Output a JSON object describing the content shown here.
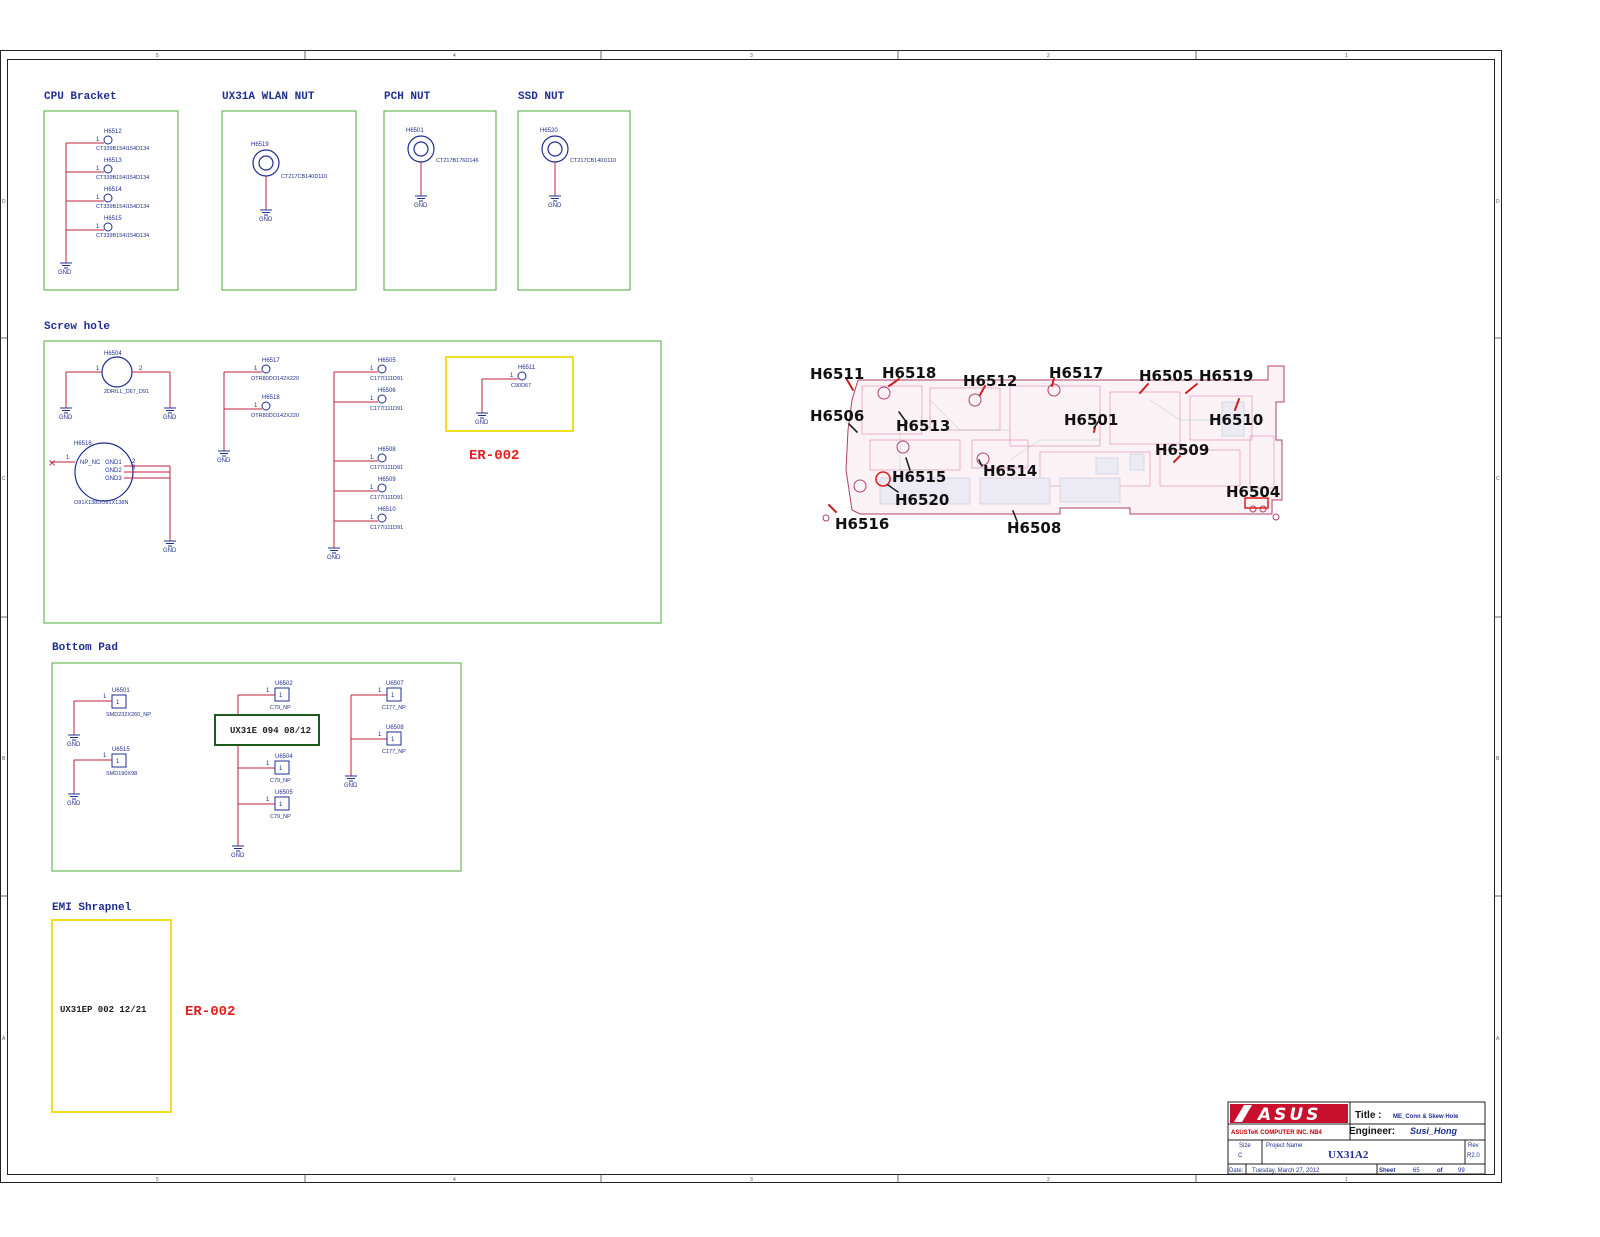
{
  "sections": {
    "cpu_bracket": "CPU Bracket",
    "wlan_nut": "UX31A WLAN NUT",
    "pch_nut": "PCH NUT",
    "ssd_nut": "SSD NUT",
    "screw_hole": "Screw hole",
    "bottom_pad": "Bottom Pad",
    "emi_shrapnel": "EMI Shrapnel"
  },
  "net": {
    "gnd": "GND",
    "pin1": "1",
    "pin2": "2",
    "pin3": "3"
  },
  "cpu_bracket": {
    "refs": [
      "H6512",
      "H6513",
      "H6514",
      "H6515"
    ],
    "part": "CT339B154I154D134"
  },
  "wlan_nut": {
    "ref": "H6519",
    "part": "CT217CB140D110"
  },
  "pch_nut": {
    "ref": "H6501",
    "part": "CT217B176D146"
  },
  "ssd_nut": {
    "ref": "H6520",
    "part": "CT217CB140D110"
  },
  "screw": {
    "h6504_ref": "H6504",
    "h6504_part": "2DRILL_D67_D91",
    "h6516_ref": "H6516",
    "h6516_part": "O91X138DO91X138N",
    "h6516_pins": [
      "NP_NC",
      "GND1",
      "GND2",
      "GND3"
    ],
    "otr_refs": [
      "H6517",
      "H6518"
    ],
    "otr_part": "OTR80DO142X220",
    "c177_refs": [
      "H6505",
      "H6506",
      "H6508",
      "H6509",
      "H6510"
    ],
    "c177_part": "C177I111D91",
    "h6511_ref": "H6511",
    "h6511_part": "C90D67",
    "er_label": "ER-002"
  },
  "bottom_pad": {
    "u6501_ref": "U6501",
    "u6501_part": "SMD232X260_NP",
    "u6515_ref": "U6515",
    "u6515_part": "SMD190X98",
    "c79_refs": [
      "U6502",
      "U6504",
      "U6505"
    ],
    "c79_part": "C79_NP",
    "c177_refs": [
      "U6507",
      "U6508"
    ],
    "c177_part": "C177_NP",
    "note": "UX31E 094 08/12"
  },
  "emi": {
    "note": "UX31EP 002 12/21",
    "er_label": "ER-002"
  },
  "pcb_labels": {
    "H6511": "H6511",
    "H6518": "H6518",
    "H6512": "H6512",
    "H6517": "H6517",
    "H6505": "H6505",
    "H6519": "H6519",
    "H6506": "H6506",
    "H6513": "H6513",
    "H6501": "H6501",
    "H6510": "H6510",
    "H6509": "H6509",
    "H6515": "H6515",
    "H6514": "H6514",
    "H6520": "H6520",
    "H6504": "H6504",
    "H6516": "H6516",
    "H6508": "H6508"
  },
  "title_block": {
    "logo": "ASUS",
    "title_label": "Title :",
    "title_value": "ME_Conn & Skew Hole",
    "company": "ASUSTeK COMPUTER INC. NB4",
    "engineer_label": "Engineer:",
    "engineer": "Susi_Hong",
    "size_label": "Size",
    "size": "C",
    "project_label": "Project Name",
    "project": "UX31A2",
    "rev_label": "Rev",
    "rev": "R2.0",
    "date_label": "Date:",
    "date": "Tuesday, March 27, 2012",
    "sheet_label": "Sheet",
    "sheet": "65",
    "of_label": "of",
    "total": "99"
  },
  "zones": {
    "cols": [
      "5",
      "4",
      "3",
      "2",
      "1"
    ],
    "rows": [
      "D",
      "C",
      "B",
      "A"
    ]
  },
  "colors": {
    "wire": "#c0203a",
    "symbol": "#1f2f8f",
    "box_green": "#4cae3c",
    "box_yellow": "#f0e020",
    "er_red": "#e02020"
  }
}
